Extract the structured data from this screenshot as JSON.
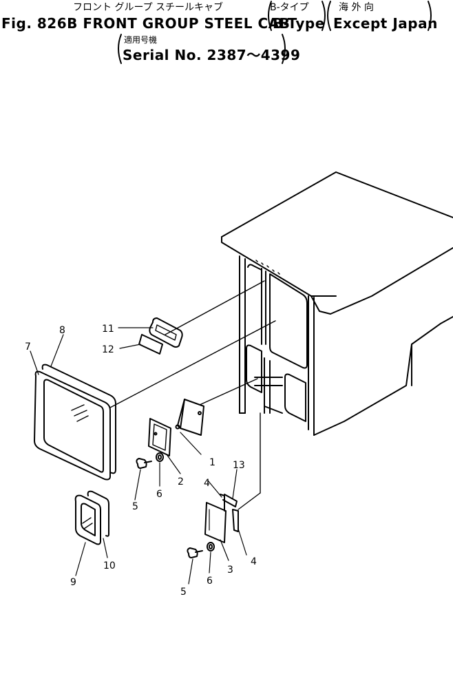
{
  "header": {
    "title_jp": "フロント グループ スチールキャブ",
    "title_en": "Fig. 826B FRONT GROUP STEEL CAB",
    "type_jp": "B-タイプ",
    "type_en": "B-Type",
    "region_jp": "海 外 向",
    "region_en": "Except Japan",
    "serial_jp": "適用号機",
    "serial_en": "Serial No. 2387～4399"
  },
  "callouts": {
    "c1": "1",
    "c2": "2",
    "c3": "3",
    "c4a": "4",
    "c4b": "4",
    "c5a": "5",
    "c5b": "5",
    "c6a": "6",
    "c6b": "6",
    "c7": "7",
    "c8": "8",
    "c9": "9",
    "c10": "10",
    "c11": "11",
    "c12": "12",
    "c13": "13"
  }
}
